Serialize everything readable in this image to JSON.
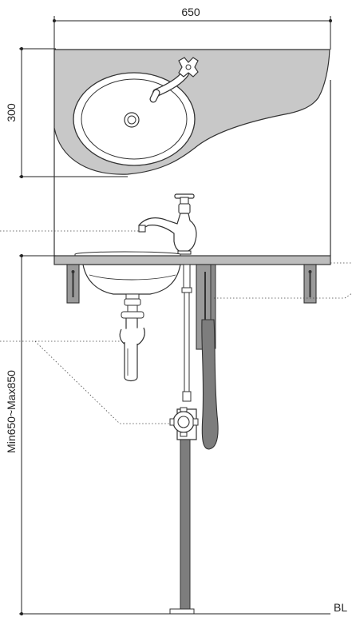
{
  "dimensions": {
    "width_label": "650",
    "depth_label": "300",
    "height_label": "Min650~Max850",
    "baseline_label": "BL"
  },
  "colors": {
    "counter": "#c8c8c8",
    "metal": "#7d7d7d",
    "line": "#222222"
  }
}
